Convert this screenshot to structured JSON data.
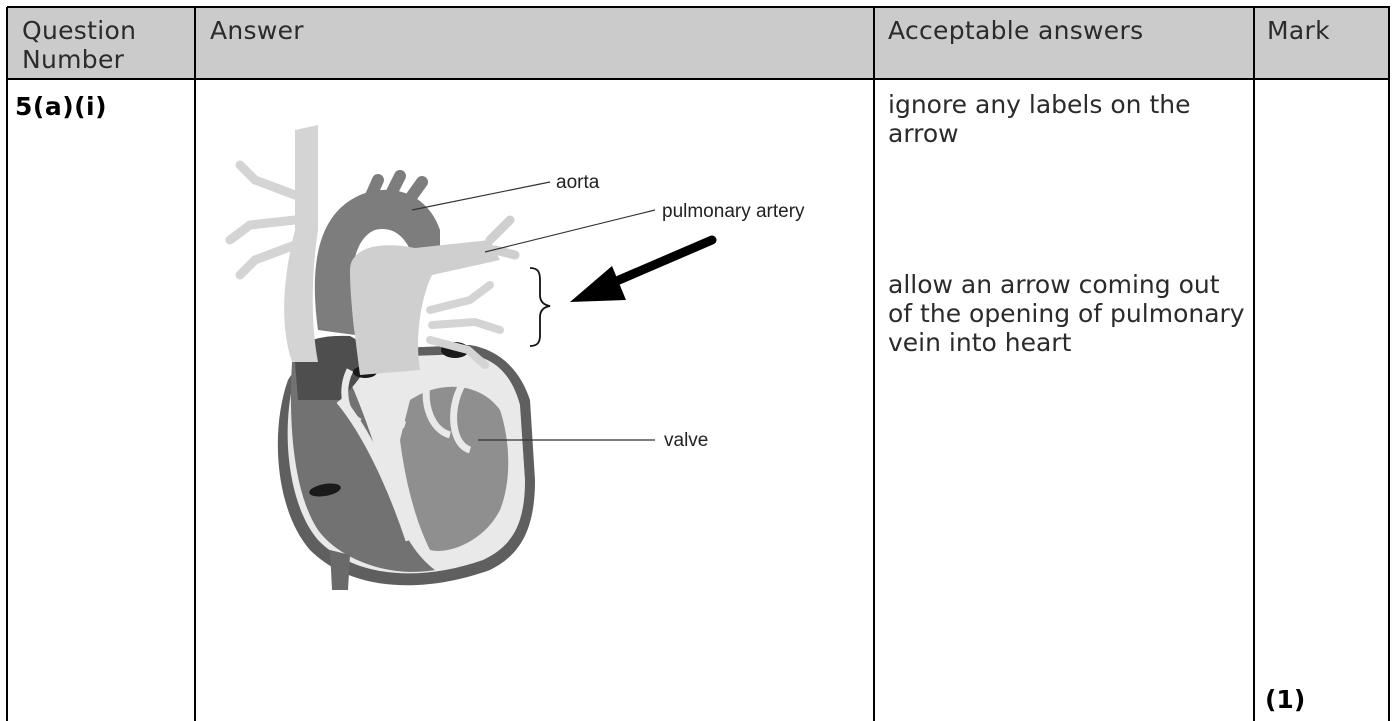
{
  "table": {
    "headers": {
      "question": "Question Number",
      "answer": "Answer",
      "acceptable": "Acceptable answers",
      "mark": "Mark"
    },
    "row": {
      "question_number": "5(a)(i)",
      "acceptable_1": "ignore any labels on the arrow",
      "acceptable_2": "allow an arrow coming out of the opening of pulmonary vein into heart",
      "mark": "(1)"
    }
  },
  "diagram": {
    "labels": {
      "aorta": "aorta",
      "pulmonary_artery": "pulmonary artery",
      "valve": "valve"
    },
    "arrow_icon": "arrow-pointing-at-pulmonary-veins"
  },
  "colors": {
    "header_bg": "#cbcbcb",
    "grid_lines": "#000000"
  }
}
